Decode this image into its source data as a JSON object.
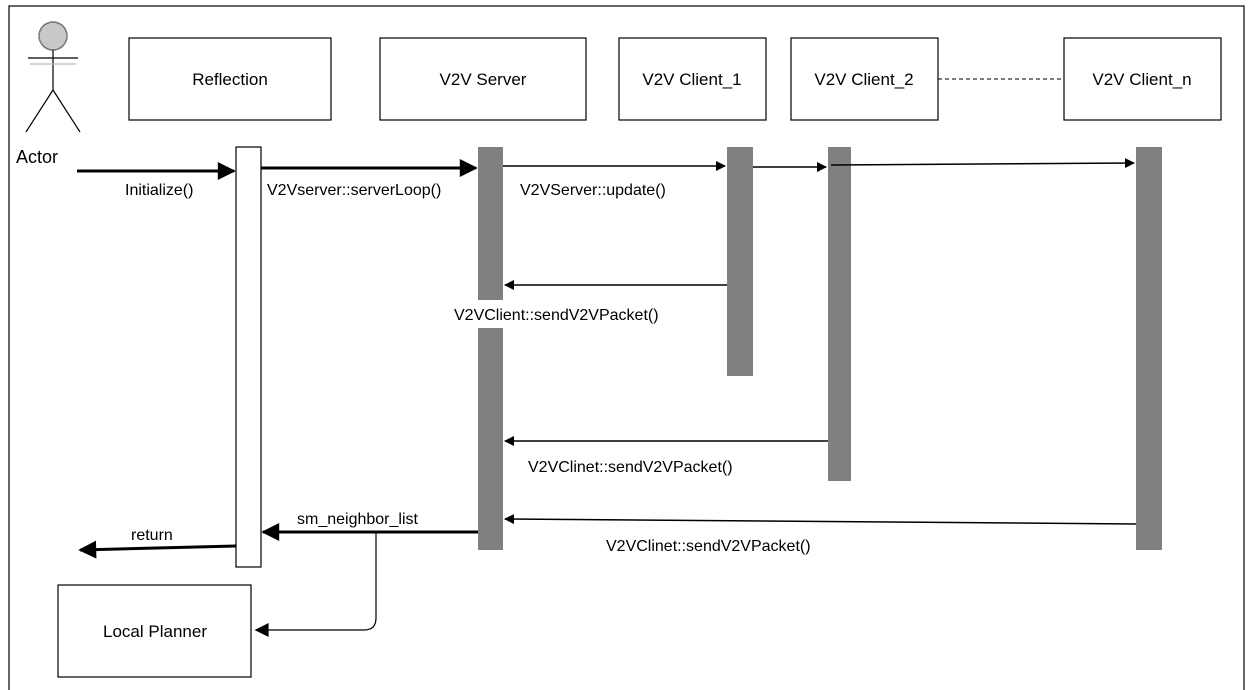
{
  "actor": {
    "label": "Actor"
  },
  "participants": [
    {
      "id": "reflection",
      "label": "Reflection"
    },
    {
      "id": "v2v-server",
      "label": "V2V Server"
    },
    {
      "id": "v2v-client-1",
      "label": "V2V Client_1"
    },
    {
      "id": "v2v-client-2",
      "label": "V2V Client_2"
    },
    {
      "id": "v2v-client-n",
      "label": "V2V Client_n"
    }
  ],
  "local_planner": {
    "label": "Local Planner"
  },
  "messages": [
    {
      "id": "initialize",
      "from": "Actor",
      "to": "Reflection",
      "label": "Initialize()"
    },
    {
      "id": "server-loop",
      "from": "Reflection",
      "to": "V2V Server",
      "label": "V2Vserver::serverLoop()"
    },
    {
      "id": "server-update",
      "from": "V2V Server",
      "to": "V2V Client_1, V2V Client_2, V2V Client_n",
      "label": "V2VServer::update()"
    },
    {
      "id": "client1-send",
      "from": "V2V Client_1",
      "to": "V2V Server",
      "label": "V2VClient::sendV2VPacket()"
    },
    {
      "id": "client2-send",
      "from": "V2V Client_2",
      "to": "V2V Server",
      "label": "V2VClinet::sendV2VPacket()"
    },
    {
      "id": "clientn-send",
      "from": "V2V Client_n",
      "to": "V2V Server",
      "label": "V2VClinet::sendV2VPacket()"
    },
    {
      "id": "neighbor-list",
      "from": "V2V Server",
      "to": "Reflection",
      "label": "sm_neighbor_list"
    },
    {
      "id": "return",
      "from": "Reflection",
      "to": "Actor",
      "label": "return"
    }
  ]
}
